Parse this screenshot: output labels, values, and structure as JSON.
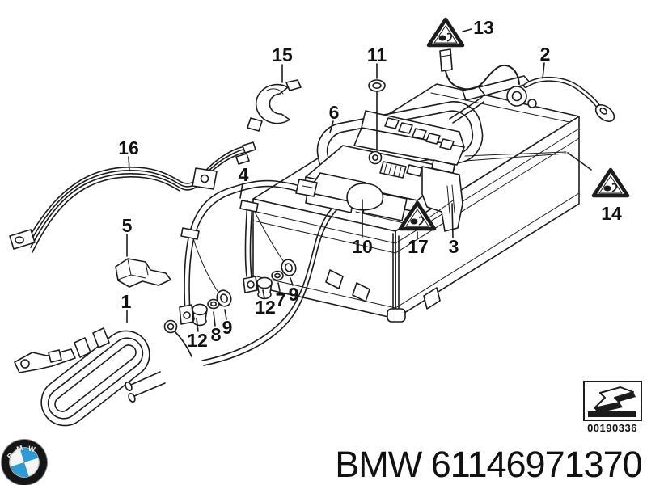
{
  "diagram": {
    "title": "BMW 61146971370",
    "brand": "BMW",
    "part_number": "61146971370",
    "stamp_number": "00190336",
    "logo_letters": [
      "B",
      "M",
      "W"
    ],
    "description": "BMW battery cable / power distribution exploded parts diagram",
    "colors": {
      "line": "#1c1c1c",
      "background": "#ffffff",
      "logo_blue": "#2e9bd6",
      "logo_dark": "#161616"
    },
    "warning_triangle_ids": [
      "13",
      "17",
      "14"
    ],
    "callouts": [
      {
        "label": "15"
      },
      {
        "label": "11"
      },
      {
        "label": "13"
      },
      {
        "label": "2"
      },
      {
        "label": "16"
      },
      {
        "label": "6"
      },
      {
        "label": "4"
      },
      {
        "label": "5"
      },
      {
        "label": "10"
      },
      {
        "label": "17"
      },
      {
        "label": "3"
      },
      {
        "label": "14"
      },
      {
        "label": "1"
      },
      {
        "label": "12"
      },
      {
        "label": "8"
      },
      {
        "label": "9"
      },
      {
        "label": "12"
      },
      {
        "label": "7"
      },
      {
        "label": "9"
      }
    ]
  }
}
